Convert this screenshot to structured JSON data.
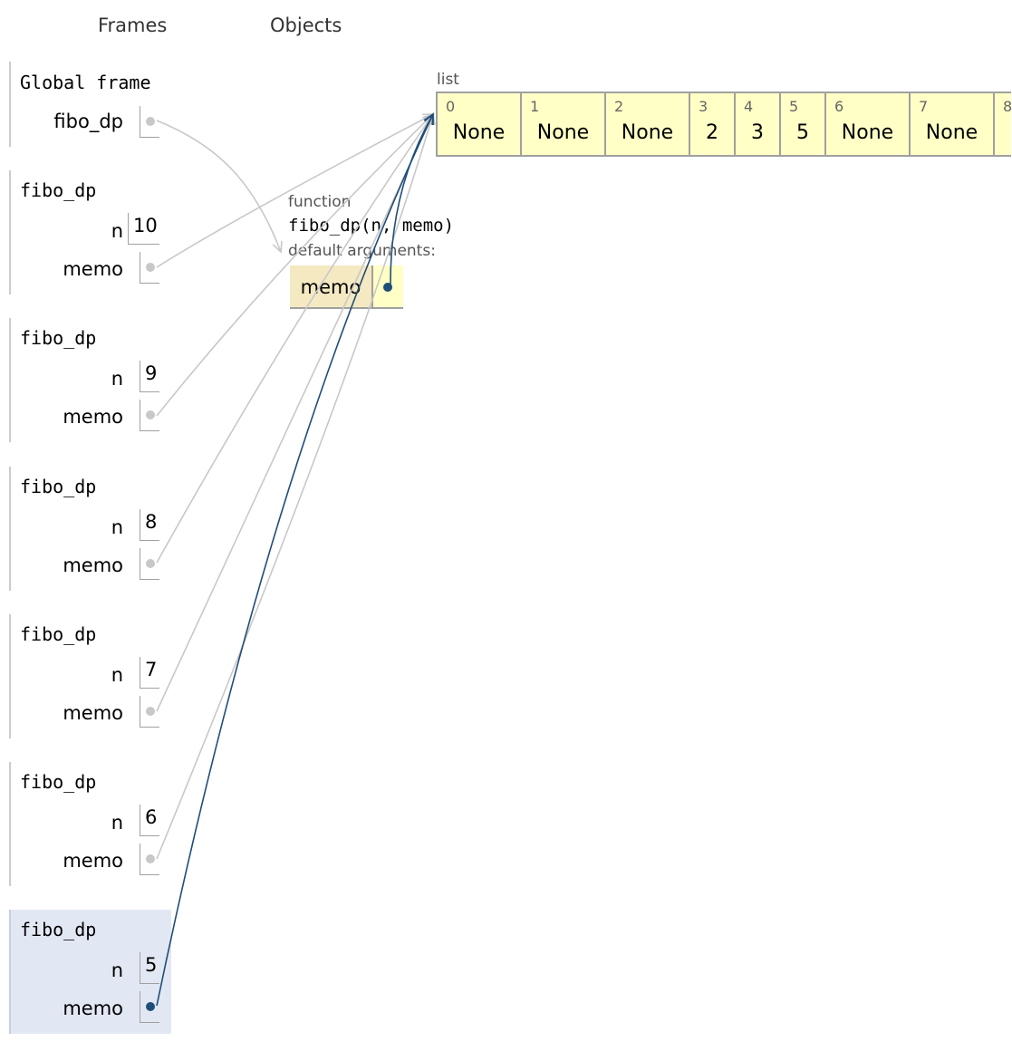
{
  "headers": {
    "frames": "Frames",
    "objects": "Objects"
  },
  "global_frame": {
    "title": "Global frame",
    "var": "fibo_dp"
  },
  "frames": [
    {
      "title": "fibo_dp",
      "n_label": "n",
      "n": "10",
      "memo_label": "memo"
    },
    {
      "title": "fibo_dp",
      "n_label": "n",
      "n": "9",
      "memo_label": "memo"
    },
    {
      "title": "fibo_dp",
      "n_label": "n",
      "n": "8",
      "memo_label": "memo"
    },
    {
      "title": "fibo_dp",
      "n_label": "n",
      "n": "7",
      "memo_label": "memo"
    },
    {
      "title": "fibo_dp",
      "n_label": "n",
      "n": "6",
      "memo_label": "memo"
    },
    {
      "title": "fibo_dp",
      "n_label": "n",
      "n": "5",
      "memo_label": "memo",
      "active": true
    }
  ],
  "list_obj": {
    "label": "list",
    "cells": [
      {
        "index": "0",
        "value": "None"
      },
      {
        "index": "1",
        "value": "None"
      },
      {
        "index": "2",
        "value": "None"
      },
      {
        "index": "3",
        "value": "2"
      },
      {
        "index": "4",
        "value": "3"
      },
      {
        "index": "5",
        "value": "5"
      },
      {
        "index": "6",
        "value": "None"
      },
      {
        "index": "7",
        "value": "None"
      },
      {
        "index": "8",
        "value": ""
      }
    ]
  },
  "function_obj": {
    "label": "function",
    "signature": "fibo_dp(n, memo)",
    "defaults_label": "default arguments:",
    "default_key": "memo"
  },
  "colors": {
    "pointer_inactive": "#c8c8c8",
    "pointer_active": "#1f4e79",
    "active_frame_bg": "#e2e8f3",
    "heap_cell_bg": "#ffffc6",
    "default_key_bg": "#f5e9c2"
  }
}
